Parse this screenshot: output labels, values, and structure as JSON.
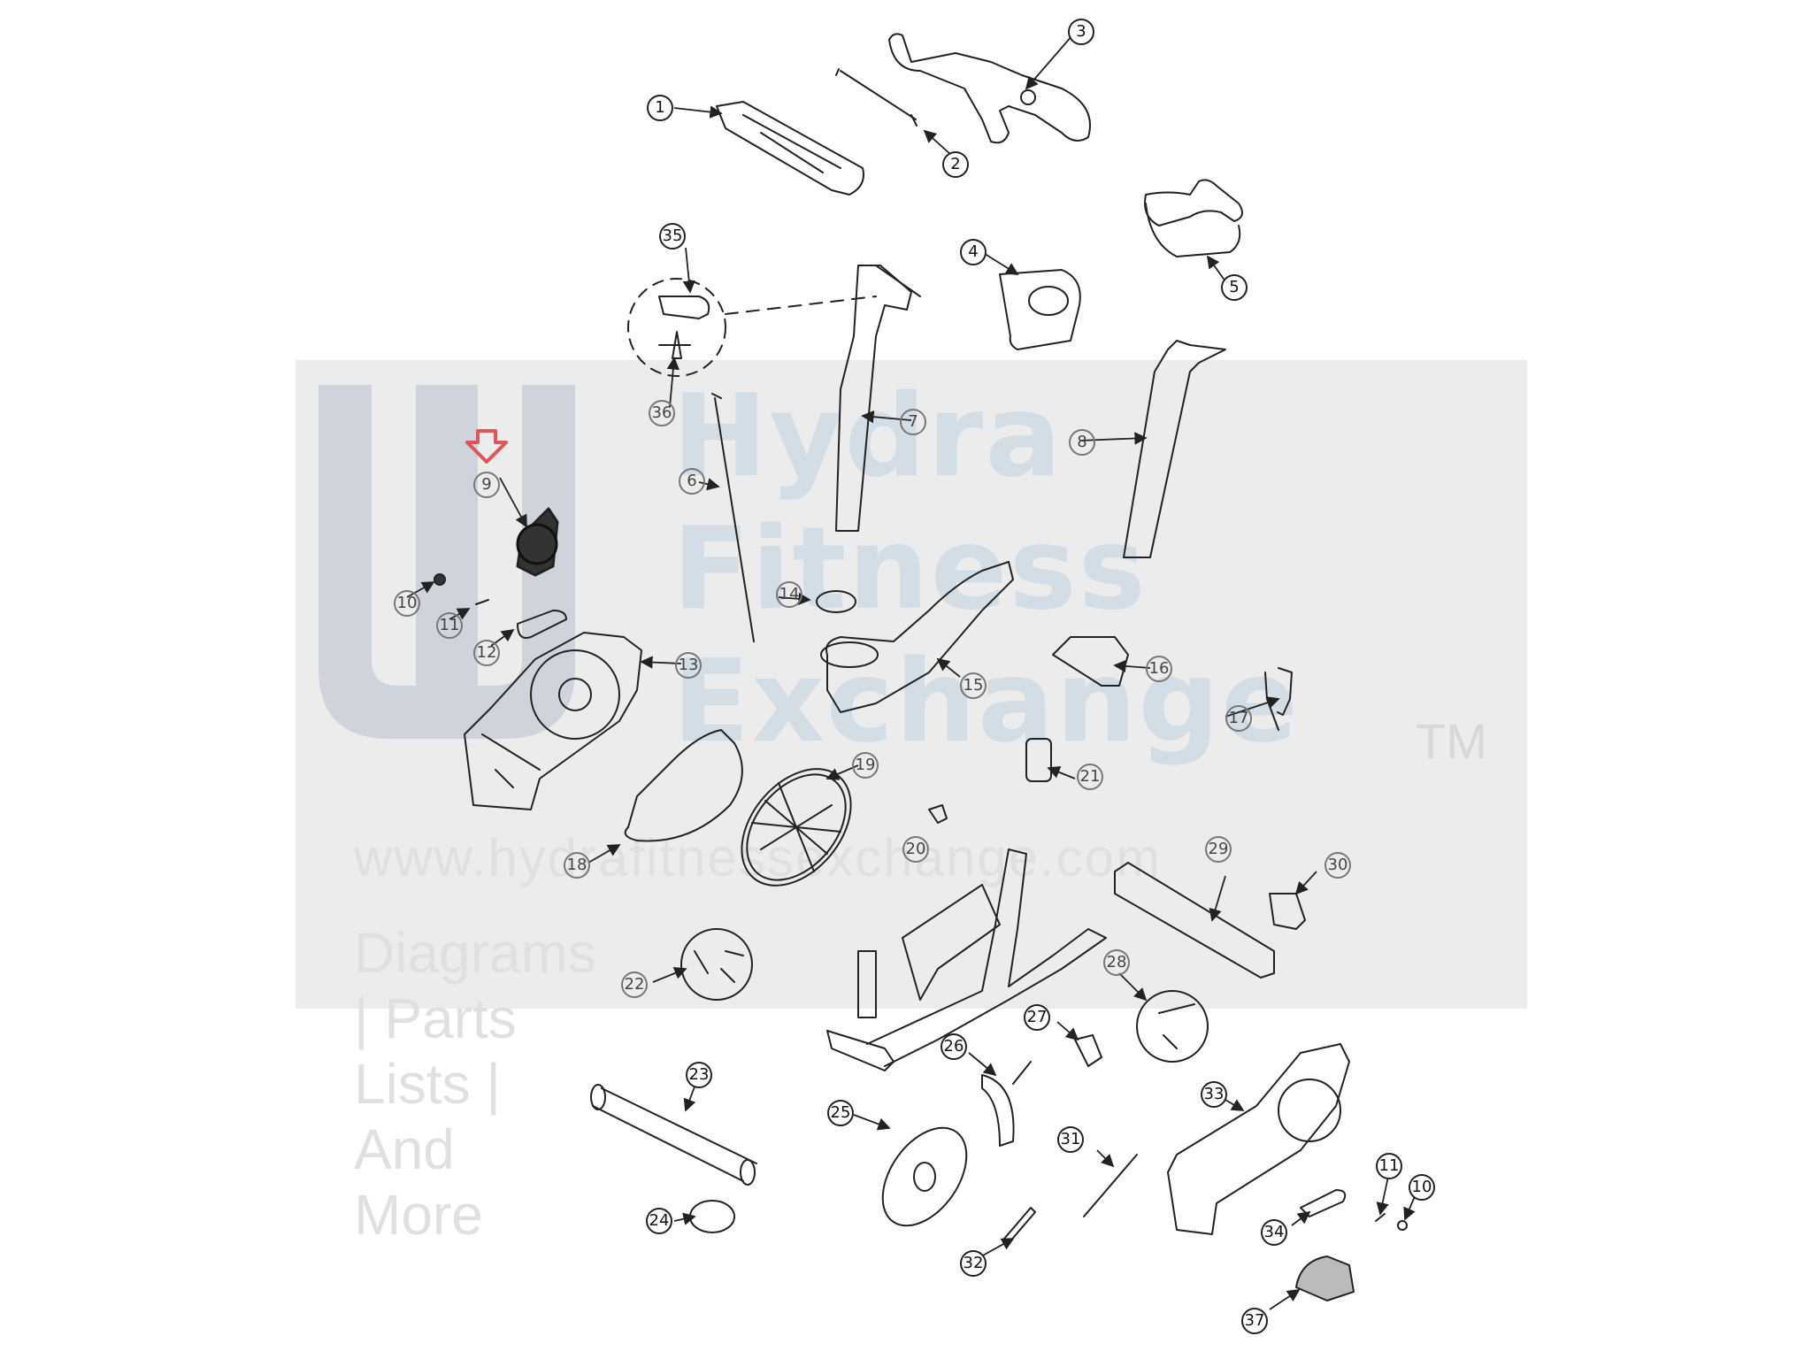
{
  "watermark": {
    "line1": "Hydra",
    "line2": "Fitness",
    "line3": "Exchange",
    "tm": "TM",
    "url": "www.hydrafitnessexchange.com",
    "tagline": "Diagrams | Parts Lists | And More"
  },
  "highlight": {
    "part": "9",
    "arrow_color": "#e05555"
  },
  "callouts": [
    "1",
    "2",
    "3",
    "4",
    "5",
    "6",
    "7",
    "8",
    "9",
    "10",
    "11",
    "12",
    "13",
    "14",
    "15",
    "16",
    "17",
    "18",
    "19",
    "20",
    "21",
    "22",
    "23",
    "24",
    "25",
    "26",
    "27",
    "28",
    "29",
    "30",
    "31",
    "32",
    "33",
    "34",
    "35",
    "36",
    "37",
    "11",
    "10"
  ]
}
